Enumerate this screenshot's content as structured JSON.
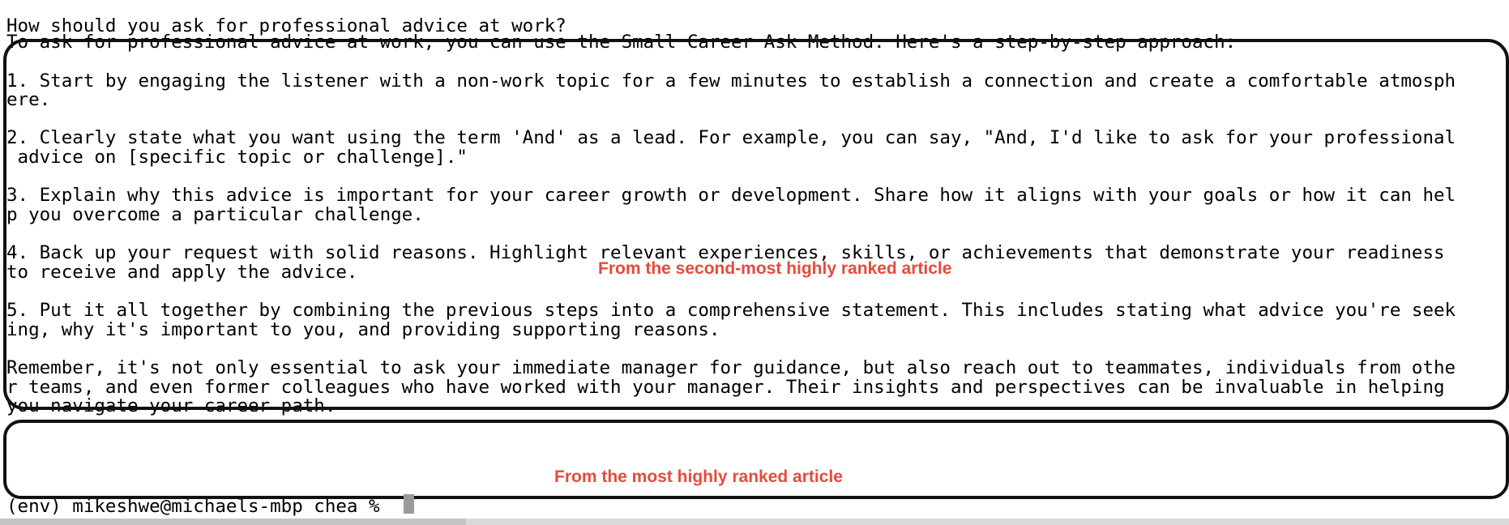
{
  "terminal": {
    "lines": [
      "How should you ask for professional advice at work?",
      "To ask for professional advice at work, you can use the Small Career Ask Method. Here's a step-by-step approach:",
      "",
      "1. Start by engaging the listener with a non-work topic for a few minutes to establish a connection and create a comfortable atmosph",
      "ere.",
      "",
      "2. Clearly state what you want using the term 'And' as a lead. For example, you can say, \"And, I'd like to ask for your professional",
      " advice on [specific topic or challenge].\"",
      "",
      "3. Explain why this advice is important for your career growth or development. Share how it aligns with your goals or how it can hel",
      "p you overcome a particular challenge.",
      "",
      "4. Back up your request with solid reasons. Highlight relevant experiences, skills, or achievements that demonstrate your readiness",
      "to receive and apply the advice.",
      "",
      "5. Put it all together by combining the previous steps into a comprehensive statement. This includes stating what advice you're seek",
      "ing, why it's important to you, and providing supporting reasons.",
      "",
      "Remember, it's not only essential to ask your immediate manager for guidance, but also reach out to teammates, individuals from othe",
      "r teams, and even former colleagues who have worked with your manager. Their insights and perspectives can be invaluable in helping",
      "you navigate your career path.",
      "(env) mikeshwe@michaels-mbp chea % "
    ]
  },
  "annotations": {
    "second_article": "From the second-most highly ranked article",
    "first_article": "From the most highly ranked article"
  },
  "colors": {
    "annotation": "#e64a3c",
    "box_border": "#111111",
    "background": "#ffffff"
  }
}
